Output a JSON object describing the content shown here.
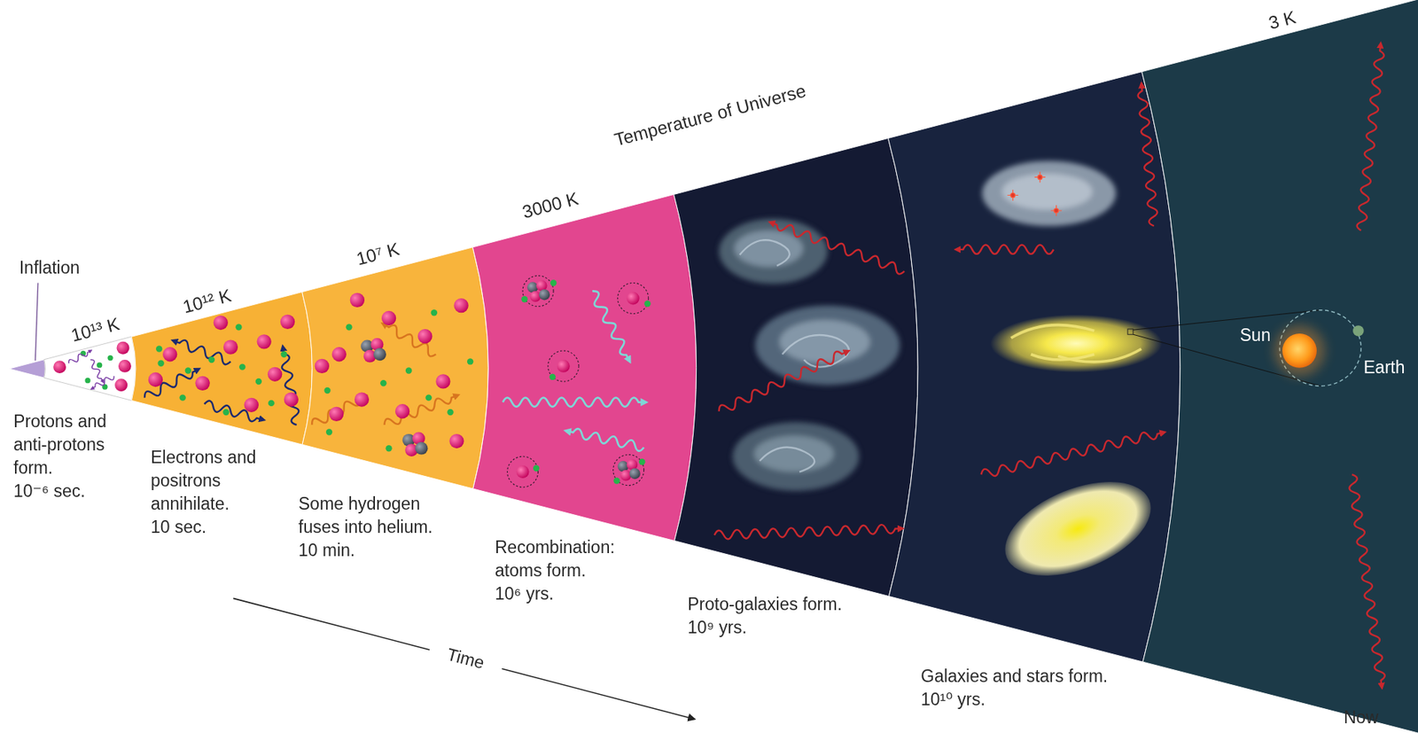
{
  "diagram": {
    "labels": [
      "Inflation",
      "10¹³ K",
      "10¹² K",
      "10⁷ K",
      "3000 K",
      "Temperature of Universe",
      "3 K",
      "Protons and anti-protons form.",
      "10⁻⁶ sec.",
      "Electrons and positrons annihilate.",
      "10 sec.",
      "Some hydrogen fuses into helium.",
      "10 min.",
      "Recombination: atoms form.",
      "10⁶ yrs.",
      "Proto-galaxies form.",
      "10⁹ yrs.",
      "Galaxies and stars form.",
      "10¹⁰ yrs.",
      "Sun",
      "Earth",
      "Time",
      "Now"
    ]
  }
}
